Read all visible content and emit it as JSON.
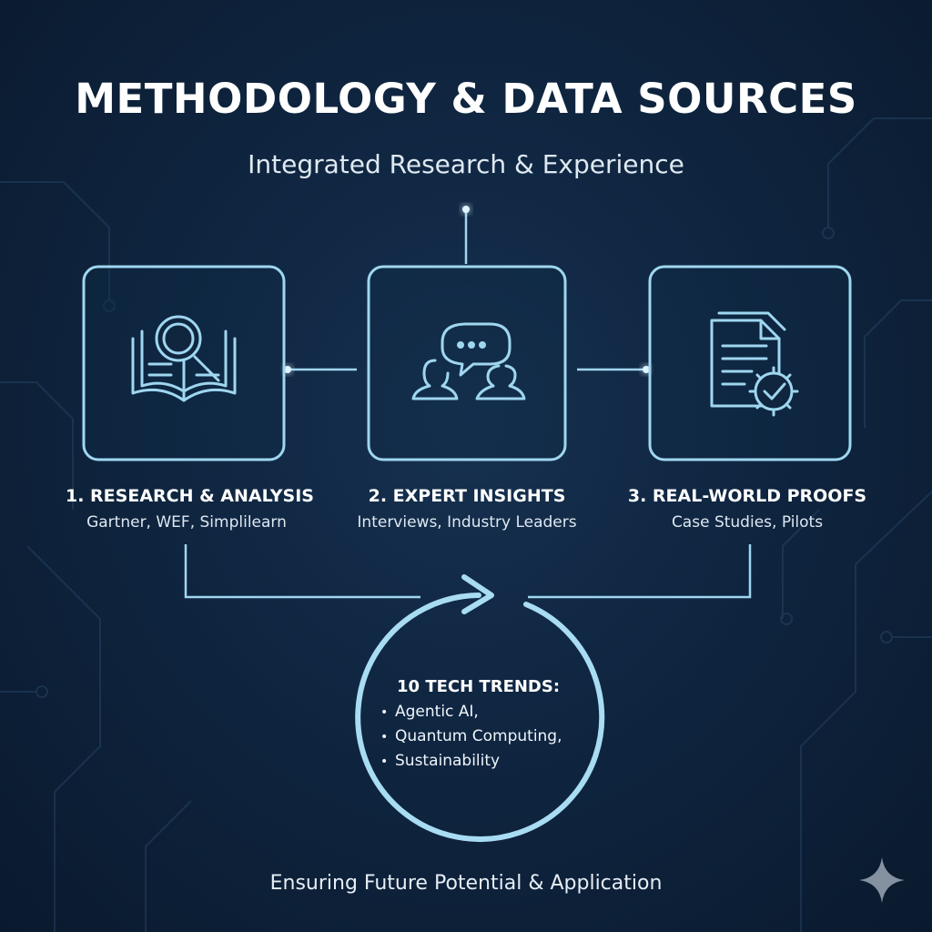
{
  "title": "METHODOLOGY & DATA SOURCES",
  "subtitle": "Integrated Research & Experience",
  "steps": [
    {
      "title": "1. RESEARCH & ANALYSIS",
      "subtitle": "Gartner, WEF, Simplilearn",
      "icon": "book-magnifier-icon"
    },
    {
      "title": "2. EXPERT INSIGHTS",
      "subtitle": "Interviews, Industry Leaders",
      "icon": "people-chat-icon"
    },
    {
      "title": "3. REAL-WORLD PROOFS",
      "subtitle": "Case Studies, Pilots",
      "icon": "document-gear-icon"
    }
  ],
  "hub": {
    "title": "10 TECH TRENDS:",
    "items": [
      "Agentic AI,",
      "Quantum Computing,",
      "Sustainability"
    ]
  },
  "footer": "Ensuring Future Potential & Application",
  "colors": {
    "accent": "#9fd6f0",
    "glow": "#5cc8ff",
    "background": "#0f2540"
  }
}
